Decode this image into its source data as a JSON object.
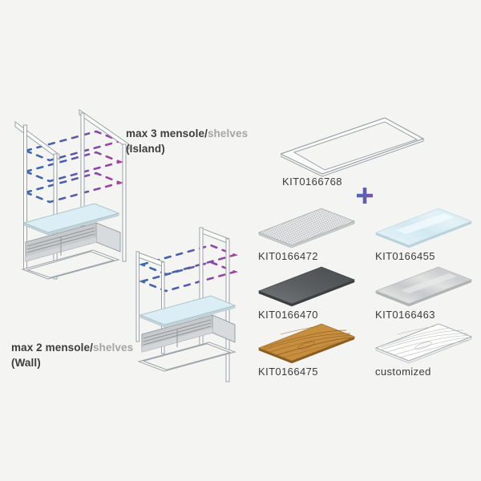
{
  "page": {
    "background": "#f4f4f2"
  },
  "island_section": {
    "label_primary": "max 3 mensole/",
    "label_secondary": "shelves",
    "label_sub": "(Island)"
  },
  "wall_section": {
    "label_primary": "max 2 mensole/",
    "label_secondary": "shelves",
    "label_sub": "(Wall)"
  },
  "base_kit": {
    "code": "KIT0166768"
  },
  "shelf_options": [
    {
      "code": "KIT0166472",
      "finish": "perforated-mesh"
    },
    {
      "code": "KIT0166455",
      "finish": "glass"
    },
    {
      "code": "KIT0166470",
      "finish": "dark-steel"
    },
    {
      "code": "KIT0166463",
      "finish": "brushed-steel"
    },
    {
      "code": "KIT0166475",
      "finish": "wood"
    },
    {
      "code": "customized",
      "finish": "customized"
    }
  ],
  "colors": {
    "dash_blue": "#3a68b2",
    "dash_purple": "#a83fa0",
    "glass": "#dbeef5",
    "dark_steel": "#55585b",
    "wood": "#c68e3e",
    "frame_line": "#9aa2a8",
    "text_dark": "#3b3b3b",
    "text_light": "#a5a5a5"
  }
}
